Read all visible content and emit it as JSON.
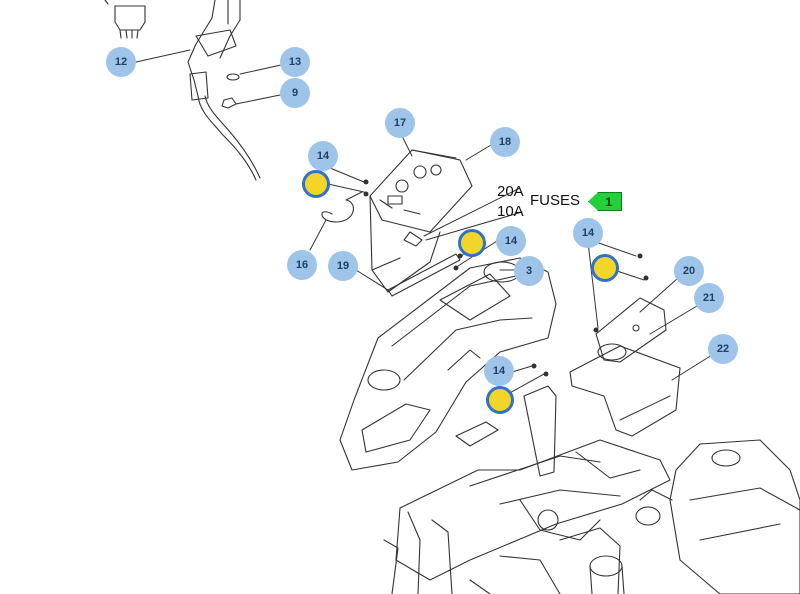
{
  "callouts": {
    "c12": "12",
    "c13": "13",
    "c9": "9",
    "c17": "17",
    "c18": "18",
    "c14a": "14",
    "c16": "16",
    "c19": "19",
    "c14b": "14",
    "c3": "3",
    "c14c": "14",
    "c20": "20",
    "c21": "21",
    "c22": "22",
    "c14d": "14"
  },
  "fuse_labels": {
    "amp_20": "20A",
    "amp_10": "10A",
    "fuses": "FUSES",
    "fuses_ref": "1"
  },
  "colors": {
    "callout_fill": "#9ec4ea",
    "marker_fill": "#f3d52a",
    "marker_ring": "#2f72c9",
    "tag_fill": "#22d13a"
  }
}
